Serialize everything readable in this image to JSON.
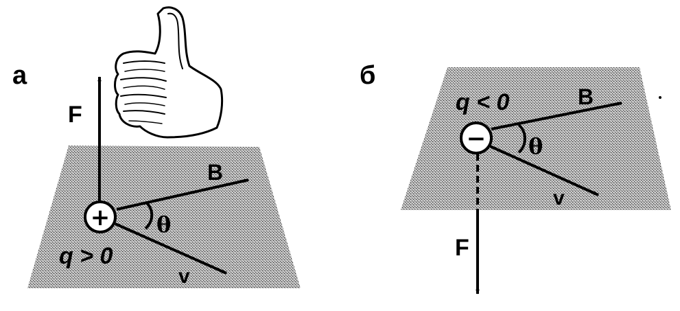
{
  "panel_a": {
    "panel_label": "а",
    "force_label": "F",
    "field_label": "B",
    "velocity_label": "v",
    "angle_label": "θ",
    "charge_condition": "q > 0",
    "charge_sign": "+"
  },
  "panel_b": {
    "panel_label": "б",
    "force_label": "F",
    "field_label": "B",
    "velocity_label": "v",
    "angle_label": "θ",
    "charge_condition": "q < 0",
    "charge_sign": "−"
  },
  "colors": {
    "ink": "#000000",
    "plane_fill": "#a8a8a8",
    "background": "#ffffff"
  },
  "icons": {
    "hand": "thumbs-up-hand-icon"
  }
}
